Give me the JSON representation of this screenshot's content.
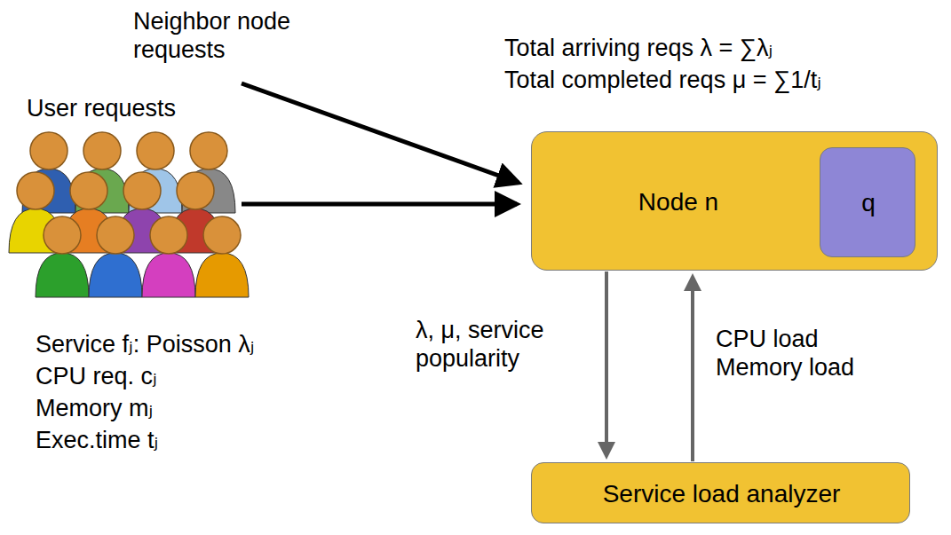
{
  "diagram": {
    "nodes": [
      {
        "text": [
          "Node n"
        ]
      },
      {
        "text": [
          "q"
        ],
        "in": 0
      },
      {
        "text": [
          "Service load analyzer"
        ]
      }
    ],
    "edges": [
      {
        "from": 0,
        "to": 2,
        "arrow": "to",
        "label": "λ, μ, service popularity"
      },
      {
        "from": 2,
        "to": 0,
        "arrow": "to",
        "label": "CPU load Memory load"
      }
    ],
    "labels": [
      "Neighbor node requests",
      "User requests",
      "Total arriving reqs λ = ∑λⱼ",
      "Total completed reqs μ = ∑1/tⱼ",
      "Service fⱼ: Poisson λⱼ",
      "CPU req. cⱼ",
      "Memory mⱼ",
      "Exec.time tⱼ"
    ]
  }
}
